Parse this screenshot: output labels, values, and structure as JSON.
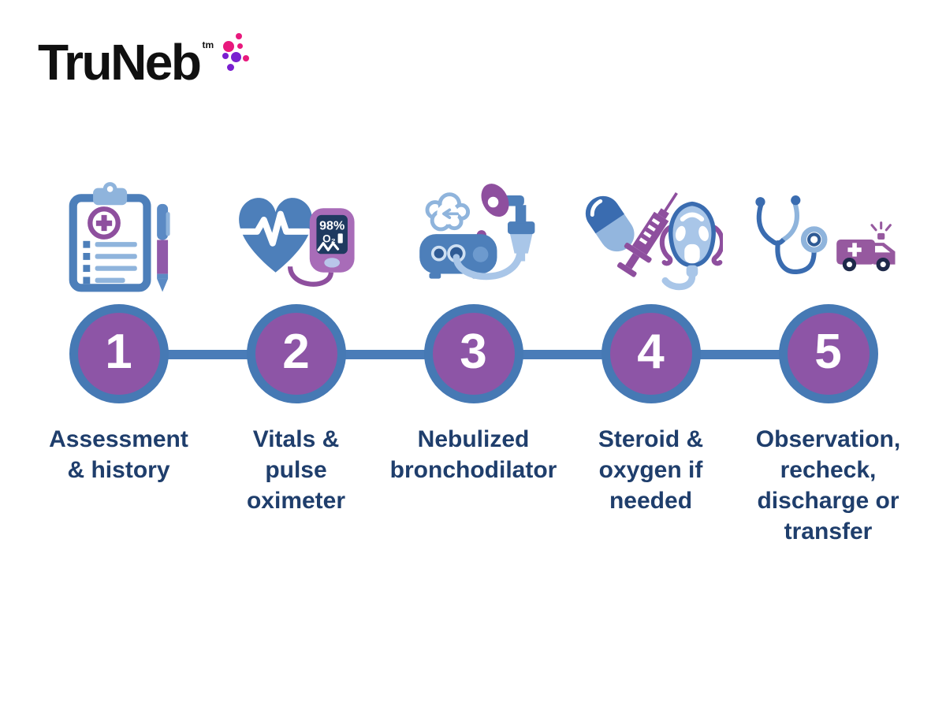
{
  "brand": {
    "name": "TruNeb",
    "trademark": "tm"
  },
  "colors": {
    "primary_blue": "#4a7cb8",
    "ring_blue": "#4679b4",
    "step_purple": "#8d55a6",
    "icon_purple": "#8e4f9e",
    "label_navy": "#1f3e6c",
    "logo_pink": "#e8197d",
    "logo_violet": "#7a1fd0",
    "background": "#ffffff"
  },
  "steps": [
    {
      "number": "1",
      "label": "Assessment\n& history",
      "icon": "clipboard-pen-icon"
    },
    {
      "number": "2",
      "label": "Vitals &\npulse\noximeter",
      "icon": "heart-pulse-oximeter-icon",
      "oximeter": {
        "reading": "98%",
        "oxygen_label": "O₂"
      }
    },
    {
      "number": "3",
      "label": "Nebulized\nbronchodilator",
      "icon": "nebulizer-mask-icon"
    },
    {
      "number": "4",
      "label": "Steroid &\noxygen if\nneeded",
      "icon": "pill-syringe-oxygen-mask-icon"
    },
    {
      "number": "5",
      "label": "Observation,\nrecheck,\ndischarge or\ntransfer",
      "icon": "stethoscope-ambulance-icon"
    }
  ]
}
